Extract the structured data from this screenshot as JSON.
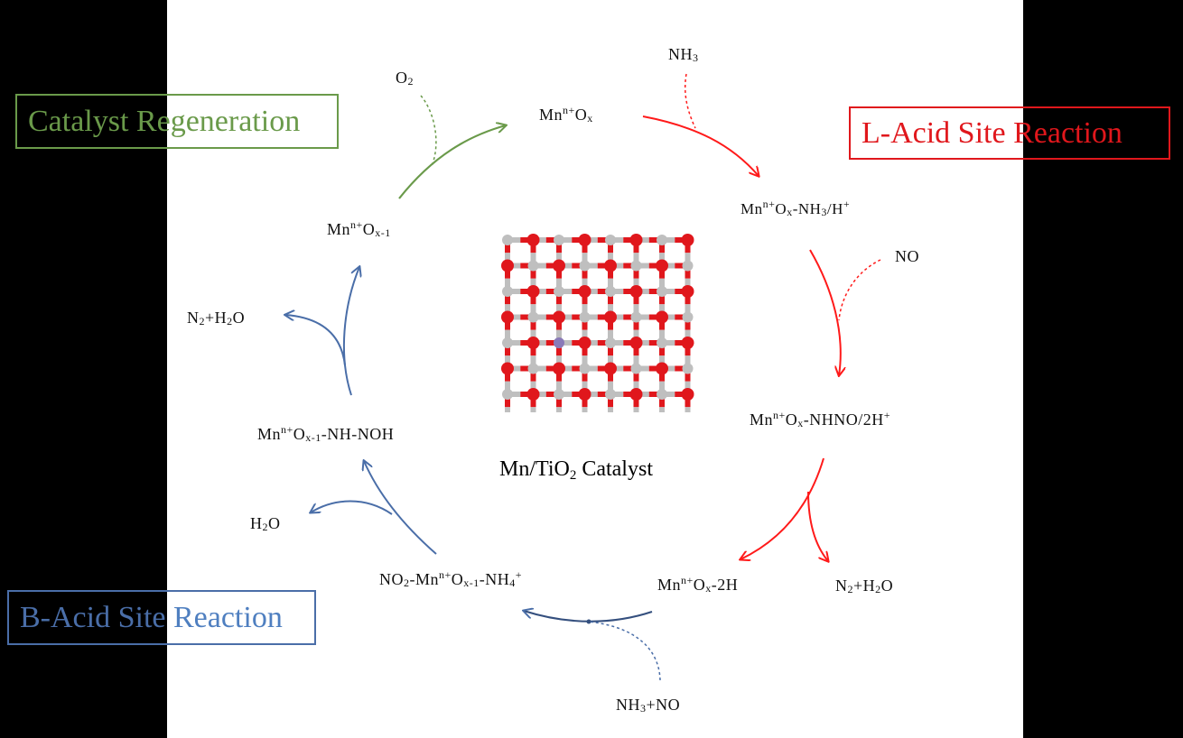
{
  "diagram": {
    "colors": {
      "green": "#6a9a4a",
      "red": "#ff1a1a",
      "blue": "#4a6ea8",
      "box_blue_text": "#4f7fc0",
      "oxygen": "#e0171c",
      "titanium": "#bfbfbf"
    },
    "regions": {
      "regeneration": {
        "title": "Catalyst Regeneration",
        "title_left": "Catalyst R",
        "title_right": "egeneration"
      },
      "l_acid": {
        "title": "L-Acid Site Reaction",
        "title_left": "L-Acid Site ",
        "title_right": "Reaction"
      },
      "b_acid": {
        "title": "B-Acid Site Reaction",
        "title_left": "B-Acid Site",
        "title_right": " Reaction"
      }
    },
    "catalyst": {
      "label": "Mn/TiO2 Catalyst",
      "label_main": "Mn/TiO",
      "label_sub": "2",
      "label_tail": " Catalyst"
    },
    "species": {
      "mn_ox": {
        "text": "MnⁿOₓ",
        "base": "Mn",
        "sup": "n+",
        "tail": "O",
        "sub": "x"
      },
      "mn_ox_nh3": {
        "text": "MnⁿOₓ-NH3/H+",
        "base": "Mn",
        "sup": "n+",
        "tail": "O",
        "sub": "x",
        "rest": "-NH",
        "rest_sub": "3",
        "rest2": "/H",
        "rest2_sup": "+"
      },
      "mn_ox_nhno": {
        "text": "MnⁿOₓ-NHNO/2H+",
        "base": "Mn",
        "sup": "n+",
        "tail": "O",
        "sub": "x",
        "rest": "-NHNO/2H",
        "rest_sup": "+"
      },
      "mn_ox_2h": {
        "text": "MnⁿOₓ-2H",
        "base": "Mn",
        "sup": "n+",
        "tail": "O",
        "sub": "x",
        "rest": "-2H"
      },
      "no2_mn": {
        "text": "NO2-MnⁿOx-1-NH4+",
        "pre": "NO",
        "pre_sub": "2",
        "pre2": "-Mn",
        "sup": "n+",
        "tail": "O",
        "sub": "x-1",
        "rest": "-NH",
        "rest_sub": "4",
        "rest_sup": "+"
      },
      "mn_nh_noh": {
        "text": "MnⁿOx-1-NH-NOH",
        "base": "Mn",
        "sup": "n+",
        "tail": "O",
        "sub": "x-1",
        "rest": "-NH-NOH"
      },
      "mn_ox1": {
        "text": "MnⁿOx-1",
        "base": "Mn",
        "sup": "n+",
        "tail": "O",
        "sub": "x-1"
      }
    },
    "reagents": {
      "nh3": {
        "main": "NH",
        "sub": "3"
      },
      "no": {
        "main": "NO"
      },
      "o2": {
        "main": "O",
        "sub": "2"
      },
      "nh3_no": {
        "main": "NH",
        "sub": "3",
        "tail": "+NO"
      },
      "n2_h2o_r": {
        "a": "N",
        "a_sub": "2",
        "b": "+H",
        "b_sub": "2",
        "c": "O"
      },
      "n2_h2o_l": {
        "a": "N",
        "a_sub": "2",
        "b": "+H",
        "b_sub": "2",
        "c": "O"
      },
      "h2o": {
        "a": "H",
        "a_sub": "2",
        "c": "O"
      }
    }
  }
}
